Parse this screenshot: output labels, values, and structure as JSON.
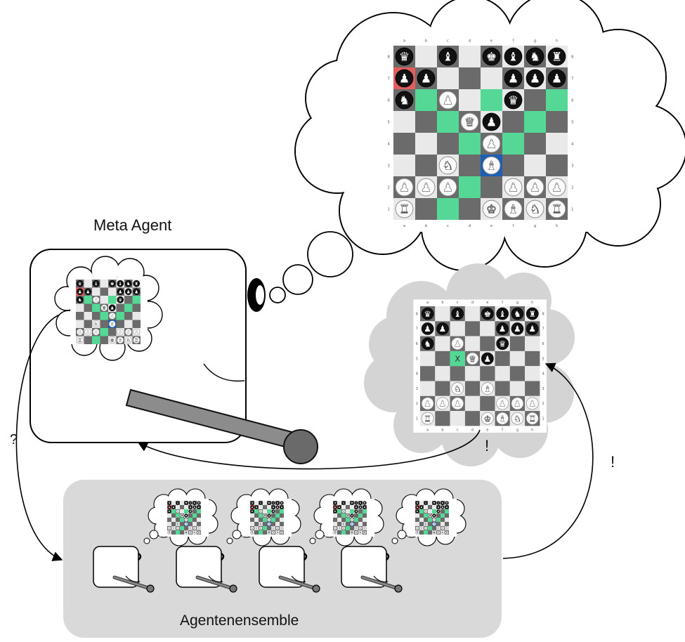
{
  "labels": {
    "meta_agent": "Meta Agent",
    "ensemble": "Agentenensemble",
    "question": "?",
    "exclaim_left": "!",
    "exclaim_right": "!",
    "x_mark": "X"
  },
  "board": {
    "files": [
      "a",
      "b",
      "c",
      "d",
      "e",
      "f",
      "g",
      "h"
    ],
    "ranks": [
      "8",
      "7",
      "6",
      "5",
      "4",
      "3",
      "2",
      "1"
    ],
    "light": "#e9e9e9",
    "dark": "#6b6b6b",
    "highlight_green": "#55d896",
    "highlight_red": "#e35d5d",
    "highlight_blue": "#1d5fb5",
    "pieces": [
      {
        "sq": "a8",
        "c": "b",
        "t": "Q"
      },
      {
        "sq": "c8",
        "c": "b",
        "t": "B"
      },
      {
        "sq": "e8",
        "c": "b",
        "t": "K"
      },
      {
        "sq": "f8",
        "c": "b",
        "t": "B"
      },
      {
        "sq": "g8",
        "c": "b",
        "t": "N"
      },
      {
        "sq": "h8",
        "c": "b",
        "t": "R"
      },
      {
        "sq": "a7",
        "c": "b",
        "t": "P"
      },
      {
        "sq": "b7",
        "c": "b",
        "t": "P"
      },
      {
        "sq": "f7",
        "c": "b",
        "t": "P"
      },
      {
        "sq": "g7",
        "c": "b",
        "t": "P"
      },
      {
        "sq": "h7",
        "c": "b",
        "t": "P"
      },
      {
        "sq": "a6",
        "c": "b",
        "t": "N"
      },
      {
        "sq": "c6",
        "c": "w",
        "t": "P"
      },
      {
        "sq": "f6",
        "c": "b",
        "t": "Q"
      },
      {
        "sq": "d5",
        "c": "w",
        "t": "Q"
      },
      {
        "sq": "e5",
        "c": "b",
        "t": "P"
      },
      {
        "sq": "e4",
        "c": "w",
        "t": "P"
      },
      {
        "sq": "c3",
        "c": "w",
        "t": "N"
      },
      {
        "sq": "e3",
        "c": "w",
        "t": "B"
      },
      {
        "sq": "a2",
        "c": "w",
        "t": "P"
      },
      {
        "sq": "b2",
        "c": "w",
        "t": "P"
      },
      {
        "sq": "c2",
        "c": "w",
        "t": "P"
      },
      {
        "sq": "f2",
        "c": "w",
        "t": "P"
      },
      {
        "sq": "g2",
        "c": "w",
        "t": "P"
      },
      {
        "sq": "h2",
        "c": "w",
        "t": "P"
      },
      {
        "sq": "a1",
        "c": "w",
        "t": "R"
      },
      {
        "sq": "e1",
        "c": "w",
        "t": "K"
      },
      {
        "sq": "f1",
        "c": "w",
        "t": "B"
      },
      {
        "sq": "g1",
        "c": "w",
        "t": "N"
      },
      {
        "sq": "h1",
        "c": "w",
        "t": "R"
      }
    ],
    "green_squares": [
      "b6",
      "c5",
      "c1",
      "d4",
      "d2",
      "e6",
      "f4",
      "g5",
      "h6"
    ],
    "red_squares": [
      "a7"
    ],
    "blue_squares": [
      "e3"
    ]
  },
  "answer_board": {
    "pieces": [
      {
        "sq": "a8",
        "c": "b",
        "t": "Q"
      },
      {
        "sq": "c8",
        "c": "b",
        "t": "B"
      },
      {
        "sq": "e8",
        "c": "b",
        "t": "K"
      },
      {
        "sq": "f8",
        "c": "b",
        "t": "B"
      },
      {
        "sq": "g8",
        "c": "b",
        "t": "N"
      },
      {
        "sq": "h8",
        "c": "b",
        "t": "R"
      },
      {
        "sq": "a7",
        "c": "b",
        "t": "P"
      },
      {
        "sq": "b7",
        "c": "b",
        "t": "P"
      },
      {
        "sq": "f7",
        "c": "b",
        "t": "P"
      },
      {
        "sq": "g7",
        "c": "b",
        "t": "P"
      },
      {
        "sq": "h7",
        "c": "b",
        "t": "P"
      },
      {
        "sq": "a6",
        "c": "b",
        "t": "N"
      },
      {
        "sq": "c6",
        "c": "w",
        "t": "P"
      },
      {
        "sq": "f6",
        "c": "b",
        "t": "Q"
      },
      {
        "sq": "d5",
        "c": "w",
        "t": "Q"
      },
      {
        "sq": "e5",
        "c": "b",
        "t": "P"
      },
      {
        "sq": "c3",
        "c": "w",
        "t": "N"
      },
      {
        "sq": "e3",
        "c": "w",
        "t": "B"
      },
      {
        "sq": "a2",
        "c": "w",
        "t": "P"
      },
      {
        "sq": "b2",
        "c": "w",
        "t": "P"
      },
      {
        "sq": "c2",
        "c": "w",
        "t": "P"
      },
      {
        "sq": "f2",
        "c": "w",
        "t": "P"
      },
      {
        "sq": "g2",
        "c": "w",
        "t": "P"
      },
      {
        "sq": "h2",
        "c": "w",
        "t": "P"
      },
      {
        "sq": "a1",
        "c": "w",
        "t": "R"
      },
      {
        "sq": "e1",
        "c": "w",
        "t": "K"
      },
      {
        "sq": "f1",
        "c": "w",
        "t": "B"
      },
      {
        "sq": "g1",
        "c": "w",
        "t": "N"
      },
      {
        "sq": "h1",
        "c": "w",
        "t": "R"
      }
    ],
    "green_squares": [
      "c5"
    ],
    "x_square": "c5"
  },
  "piece_glyphs": {
    "K": "♚",
    "Q": "♛",
    "R": "♜",
    "B": "♝",
    "N": "♞",
    "P": "♟"
  }
}
